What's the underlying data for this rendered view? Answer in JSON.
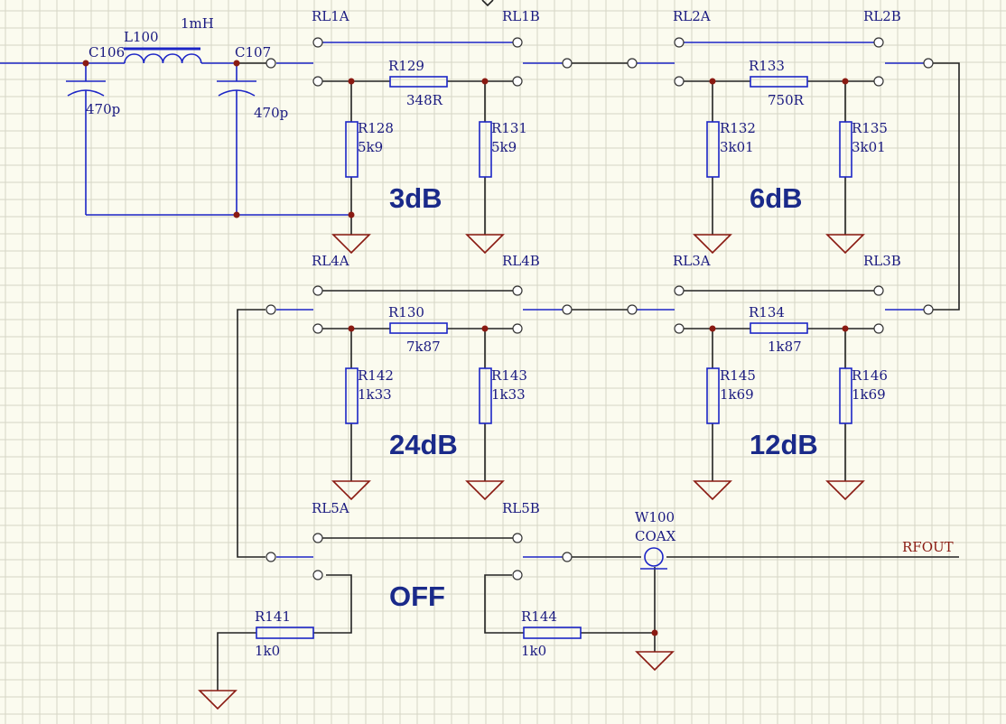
{
  "capacitors": [
    {
      "ref": "C106",
      "value": "470p"
    },
    {
      "ref": "C107",
      "value": "470p"
    }
  ],
  "inductor": {
    "ref": "L100",
    "value": "1mH"
  },
  "relays": [
    "RL1A",
    "RL1B",
    "RL2A",
    "RL2B",
    "RL4A",
    "RL4B",
    "RL3A",
    "RL3B",
    "RL5A",
    "RL5B"
  ],
  "resistors": [
    {
      "ref": "R129",
      "value": "348R"
    },
    {
      "ref": "R128",
      "value": "5k9"
    },
    {
      "ref": "R131",
      "value": "5k9"
    },
    {
      "ref": "R133",
      "value": "750R"
    },
    {
      "ref": "R132",
      "value": "3k01"
    },
    {
      "ref": "R135",
      "value": "3k01"
    },
    {
      "ref": "R130",
      "value": "7k87"
    },
    {
      "ref": "R142",
      "value": "1k33"
    },
    {
      "ref": "R143",
      "value": "1k33"
    },
    {
      "ref": "R134",
      "value": "1k87"
    },
    {
      "ref": "R145",
      "value": "1k69"
    },
    {
      "ref": "R146",
      "value": "1k69"
    },
    {
      "ref": "R141",
      "value": "1k0"
    },
    {
      "ref": "R144",
      "value": "1k0"
    }
  ],
  "attenuators": [
    "3dB",
    "6dB",
    "24dB",
    "12dB",
    "OFF"
  ],
  "coax": {
    "ref": "W100",
    "value": "COAX"
  },
  "net_label": "RFOUT"
}
